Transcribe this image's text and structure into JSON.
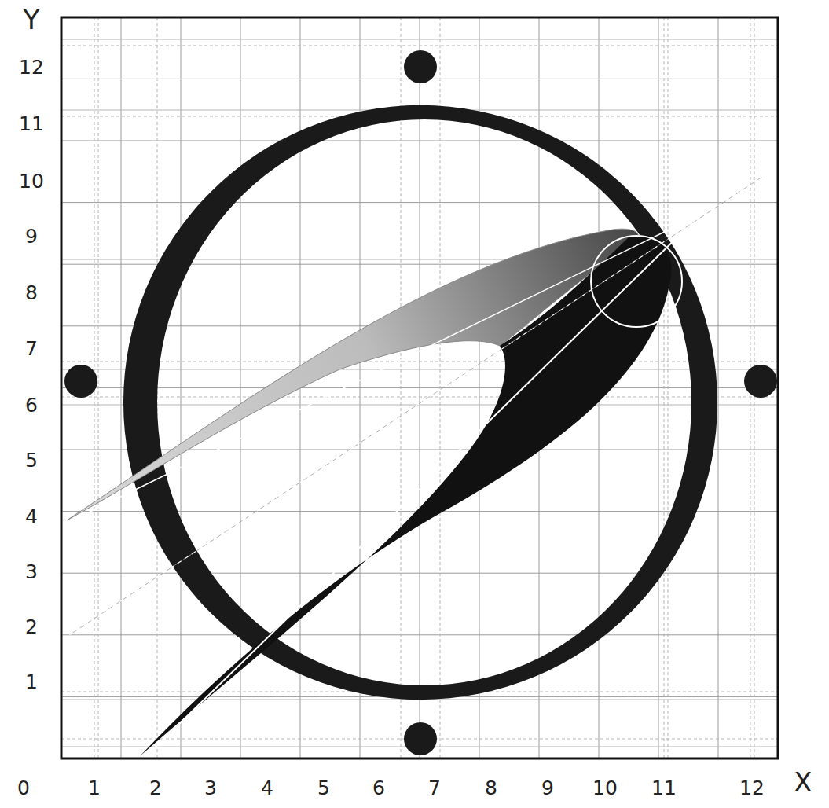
{
  "diagram": {
    "labels": [
      "Y",
      "12",
      "11",
      "10",
      "9",
      "8",
      "7",
      "6",
      "5",
      "4",
      "3",
      "2",
      "1",
      "0",
      "1",
      "2",
      "3",
      "4",
      "5",
      "6",
      "7",
      "8",
      "9",
      "10",
      "11",
      "12",
      "X"
    ]
  }
}
